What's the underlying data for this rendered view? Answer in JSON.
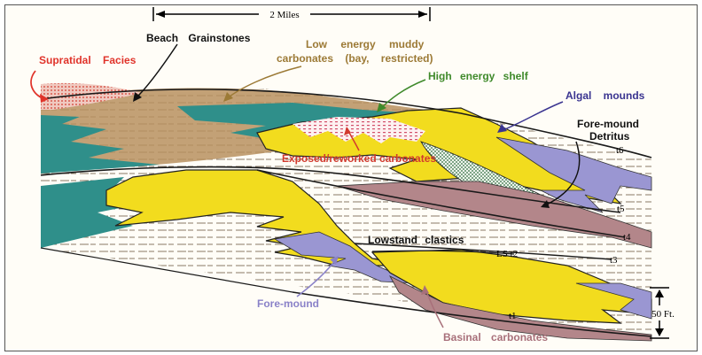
{
  "scale": {
    "label": "2 Miles"
  },
  "thickness": {
    "label": "50 Ft."
  },
  "labels": {
    "supratidal": "Supratidal Facies",
    "beach": "Beach Grainstones",
    "low_energy_1": "Low energy muddy",
    "low_energy_2": "carbonates (bay, restricted)",
    "high_energy": "High energy shelf",
    "algal": "Algal mounds",
    "foremound_detritus_1": "Fore-mound",
    "foremound_detritus_2": "Detritus",
    "exposed": "Exposed/reworked carbonates",
    "lowstand": "Lowstand clastics",
    "foremound": "Fore-mound",
    "basinal": "Basinal carbonates"
  },
  "time_lines": [
    "t6",
    "t5",
    "t4",
    "LS t2",
    "t3",
    "t1"
  ],
  "colors": {
    "mound_yellow": "#f2dc1e",
    "teal": "#2f8f8a",
    "lavender": "#9a96d2",
    "mauve": "#b3868a",
    "tan": "#b9915f",
    "supratidal_red": "#e0332a",
    "label_tan": "#9c7a36",
    "label_green": "#3f8a2b",
    "label_blue": "#3a3490",
    "label_lavender": "#8a82c8",
    "label_mauve": "#a8707a"
  }
}
